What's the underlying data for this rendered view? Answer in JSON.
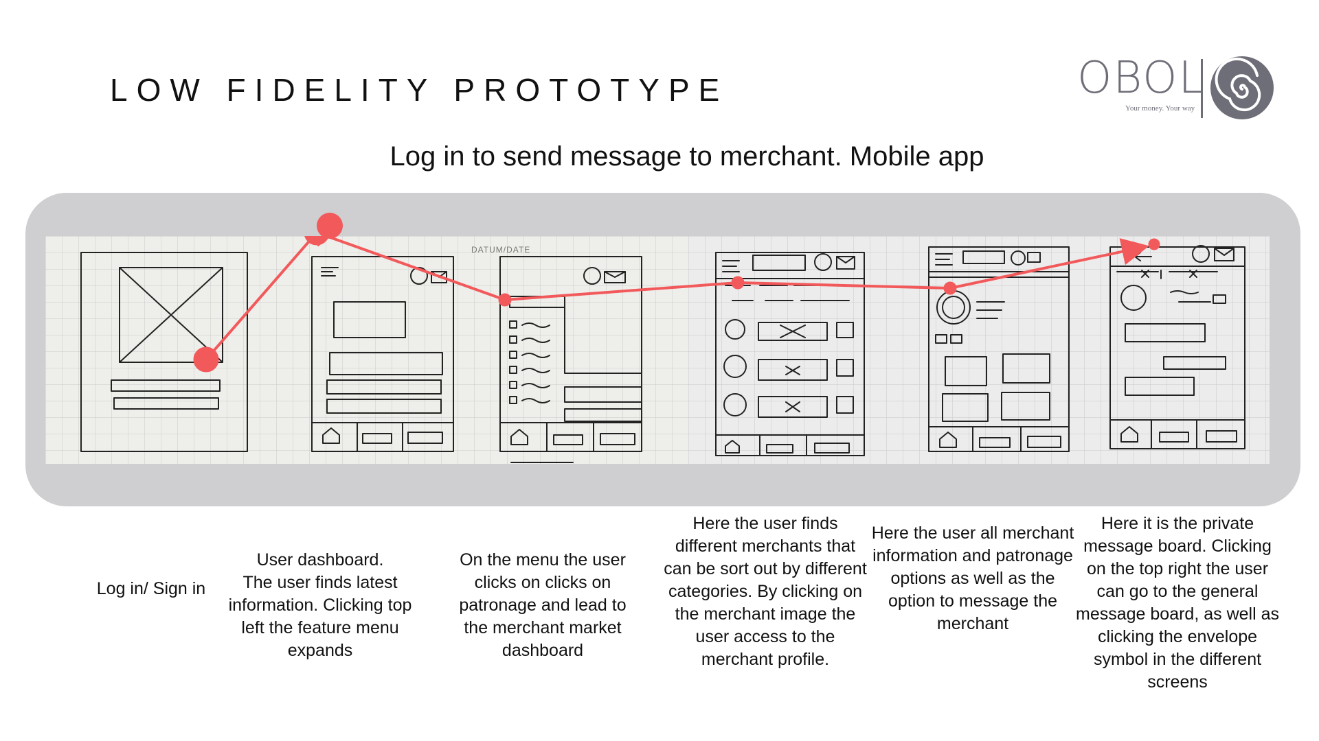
{
  "header": {
    "title": "LOW FIDELITY PROTOTYPE",
    "subtitle": "Log in to send message to merchant. Mobile app"
  },
  "logo": {
    "wordmark": "OBOL",
    "tagline": "Your money. Your way",
    "color": "#6e6e78"
  },
  "sketch": {
    "date_label": "DATUM/DATE",
    "flow_color": "#f2595b",
    "panel_color": "#cfcfd1",
    "paper_color": "#eeeeea",
    "grid_color": "#c9c9c9"
  },
  "captions": [
    {
      "text": "Log in/ Sign in"
    },
    {
      "text": "User dashboard.\nThe user finds latest information. Clicking top left the feature menu expands"
    },
    {
      "text": "On the menu the user clicks on clicks on patronage and lead to the merchant market dashboard"
    },
    {
      "text": "Here the user finds different merchants that can be sort out by different categories. By clicking on the merchant image the user access to the merchant profile."
    },
    {
      "text": "Here the user all merchant information and patronage options as well as the option to message the merchant"
    },
    {
      "text": "Here it is the private message board. Clicking on the top right the user can go to the general message board, as well as clicking the envelope symbol in the different screens"
    }
  ]
}
